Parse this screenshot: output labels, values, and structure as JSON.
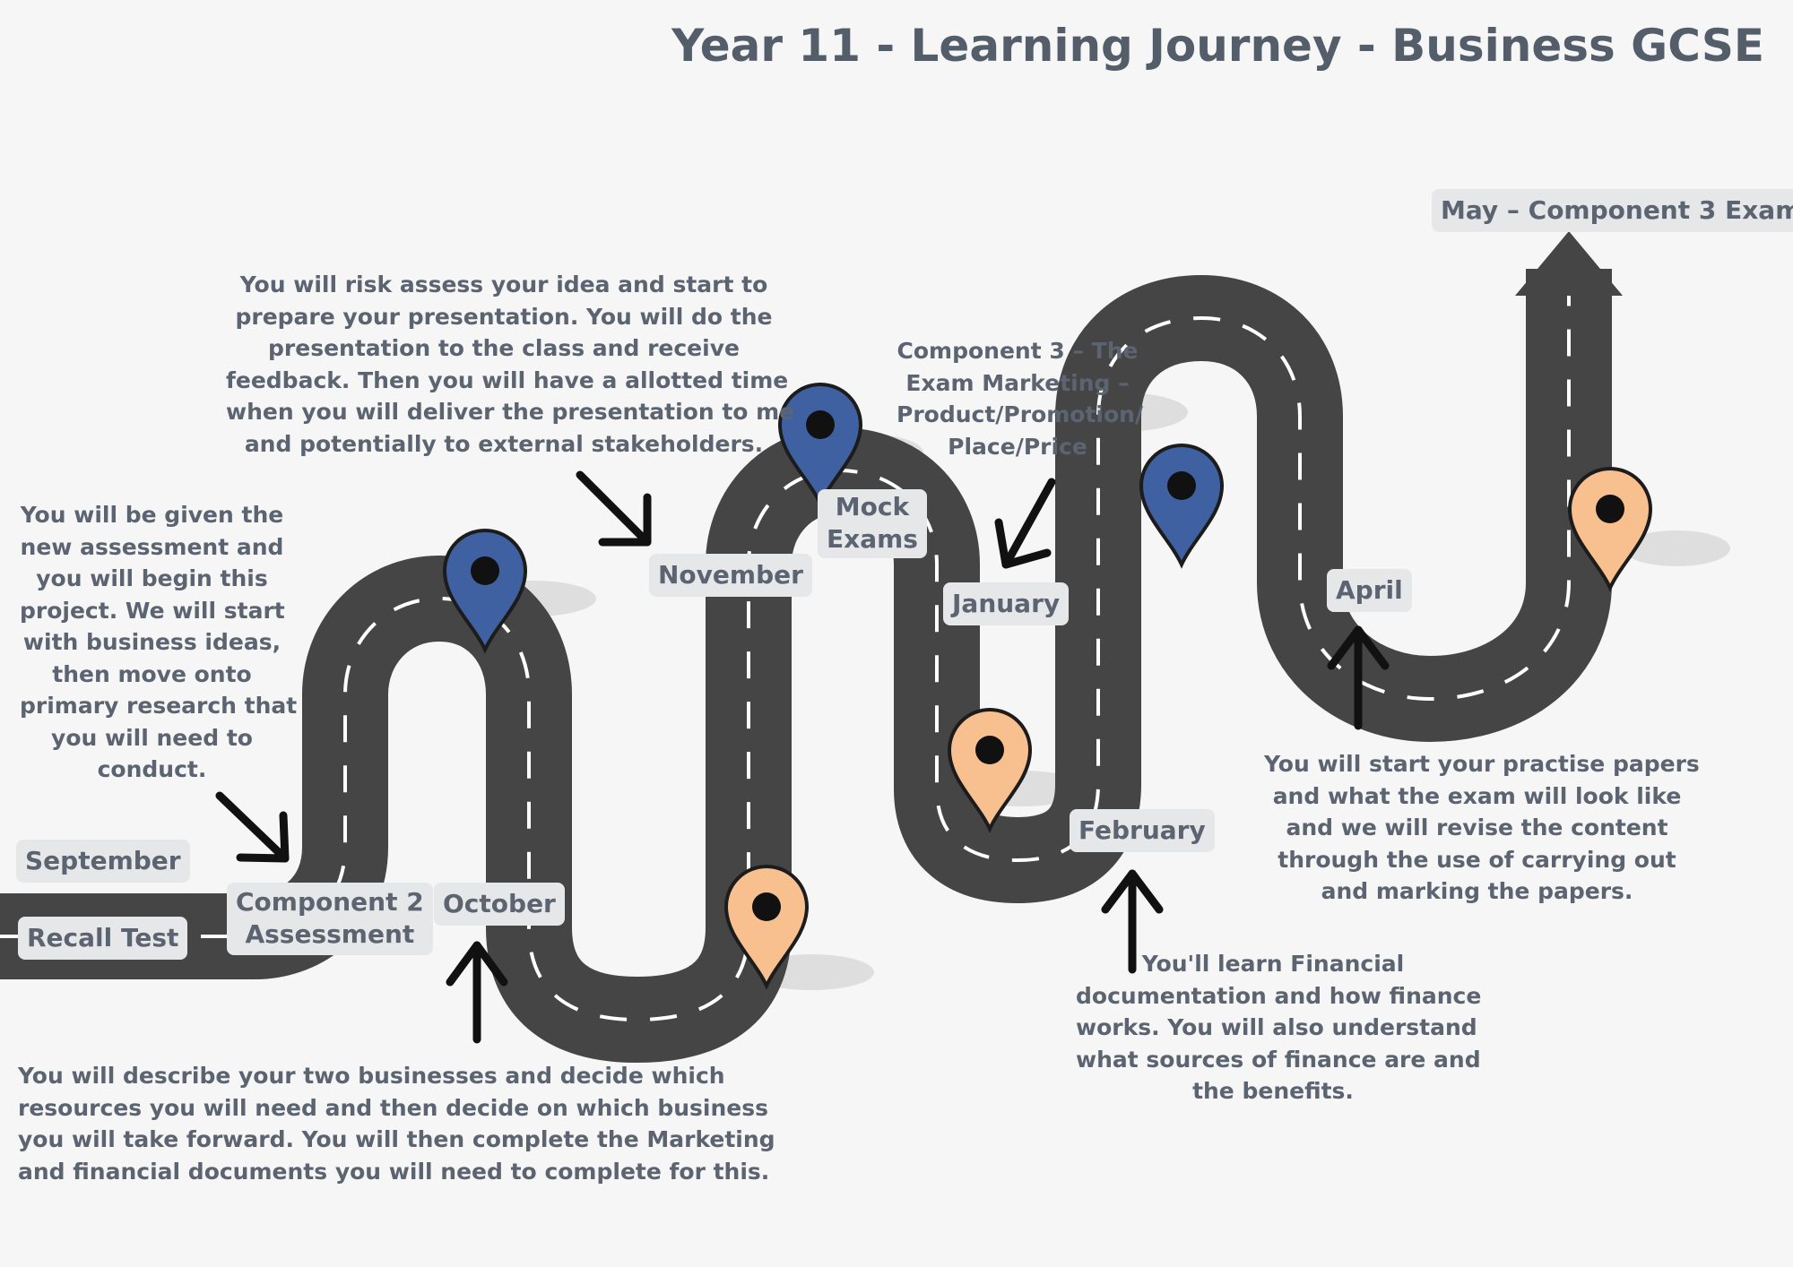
{
  "title": "Year 11 - Learning Journey - Business GCSE",
  "milestones": {
    "september": "September",
    "recall_test": "Recall Test",
    "component2": [
      "Component 2",
      "Assessment"
    ],
    "october": "October",
    "november": "November",
    "mock_exams": [
      "Mock",
      "Exams"
    ],
    "january": "January",
    "february": "February",
    "april": "April",
    "may": "May – Component 3 Exam"
  },
  "descriptions": {
    "september": [
      "You will be given the",
      "new assessment and",
      "you will begin this",
      "project. We will start",
      "with business ideas,",
      "then move onto",
      "primary research that",
      "you will need to",
      "conduct."
    ],
    "november": [
      "You will risk assess your idea and start to",
      "prepare your presentation. You will do the",
      "presentation to the class and receive",
      "feedback. Then you will have a allotted time",
      "when you will deliver the presentation to me",
      "and potentially to external stakeholders."
    ],
    "january": [
      "Component 3 – The",
      "Exam Marketing –",
      "Product/Promotion/",
      "Place/Price"
    ],
    "october": [
      "You will describe your two businesses and decide which",
      "resources you will need and then decide on which business",
      "you will take forward. You will then complete the Marketing",
      "and financial documents you will need to complete for this."
    ],
    "february": [
      "You'll learn Financial",
      "documentation and how finance",
      "works. You will also understand",
      "what sources of finance are and",
      "the benefits."
    ],
    "april": [
      "You will start your practise papers",
      "and what the exam will look like",
      "and we will revise the content",
      "through the use of carrying out",
      "and marking the papers."
    ]
  },
  "colors": {
    "road": "#454545",
    "road_dash": "#ffffff",
    "pin_blue": "#3f61a1",
    "pin_orange": "#f8c08f",
    "text": "#5b6470",
    "label_bg": "#e6e7e9"
  },
  "icons": [
    "map-pin-blue-icon",
    "map-pin-orange-icon",
    "arrow-icon"
  ]
}
